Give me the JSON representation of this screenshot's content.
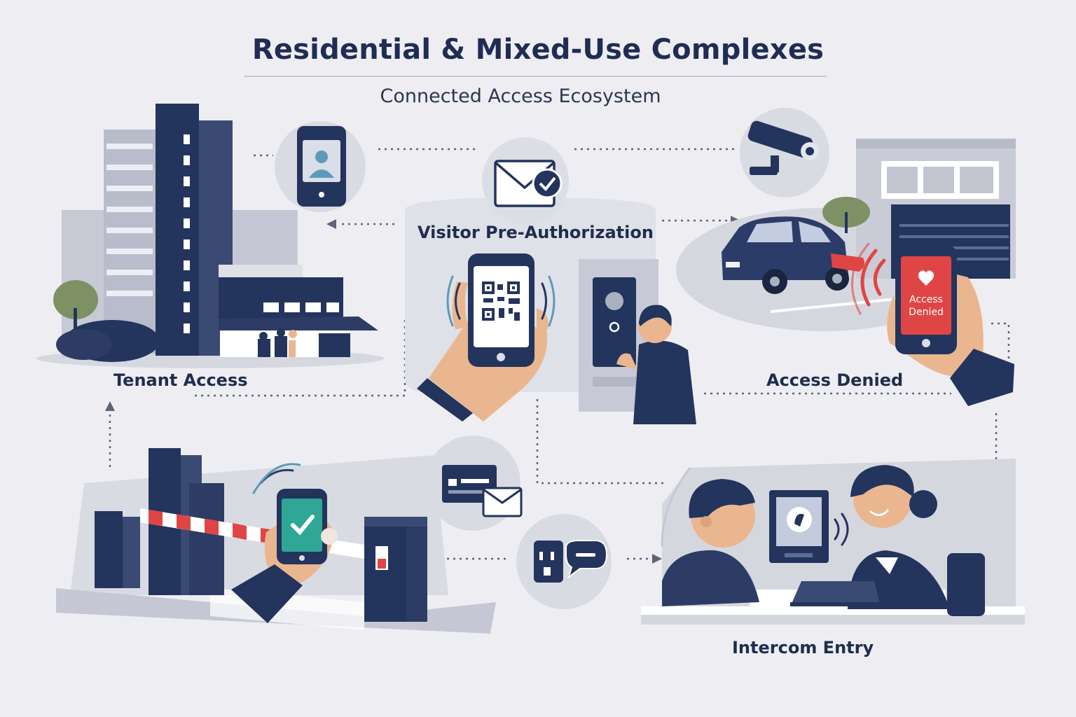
{
  "header": {
    "title": "Residential & Mixed-Use Complexes",
    "subtitle": "Connected Access Ecosystem"
  },
  "scenes": {
    "tenant_access": {
      "label": "Tenant Access"
    },
    "visitor_preauth": {
      "label": "Visitor Pre-Authorization"
    },
    "access_denied": {
      "label": "Access Denied",
      "screen_line1": "Access",
      "screen_line2": "Denied"
    },
    "intercom_entry": {
      "label": "Intercom Entry"
    }
  },
  "icons": [
    "building-icon",
    "smartphone-user-icon",
    "envelope-check-icon",
    "security-camera-icon",
    "qr-code-icon",
    "intercom-panel-icon",
    "car-icon",
    "parking-barrier-icon",
    "checkmark-icon",
    "id-card-envelope-icon",
    "chat-bubble-icon",
    "speaker-waves-icon"
  ],
  "colors": {
    "navy": "#23345d",
    "slate": "#c5c8d4",
    "background": "#eeeef2",
    "denied_red": "#e04545",
    "confirm_teal": "#2fa796",
    "skin": "#e9b68f"
  }
}
